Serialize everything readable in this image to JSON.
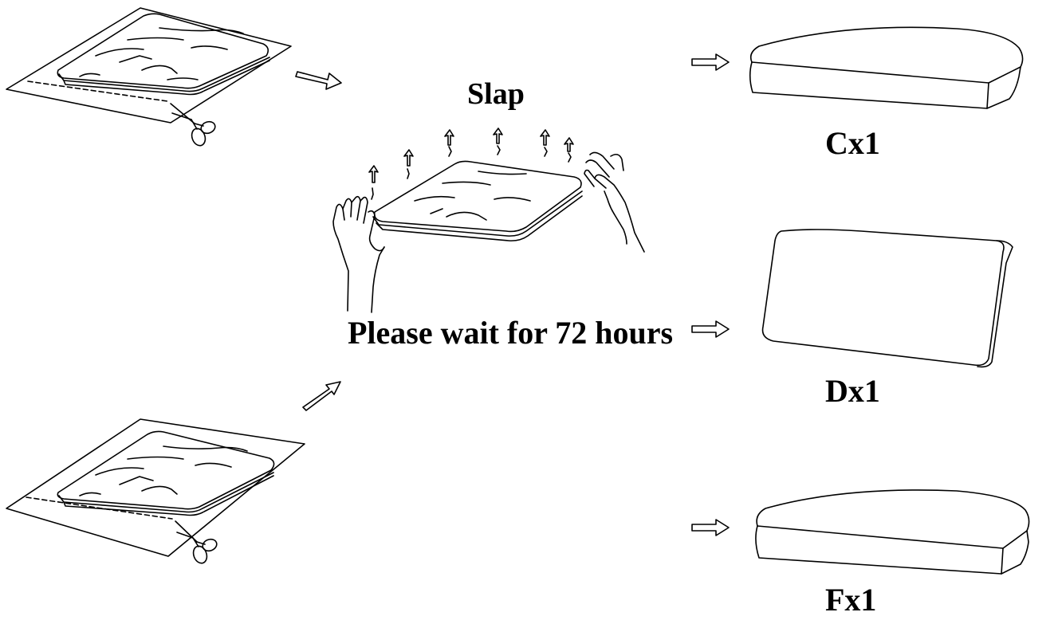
{
  "diagram": {
    "step_slap": "Slap",
    "step_wait": "Please wait for 72 hours",
    "cushion_c": "Cx1",
    "cushion_d": "Dx1",
    "cushion_f": "Fx1"
  },
  "colors": {
    "line": "#000000",
    "background": "#ffffff"
  }
}
